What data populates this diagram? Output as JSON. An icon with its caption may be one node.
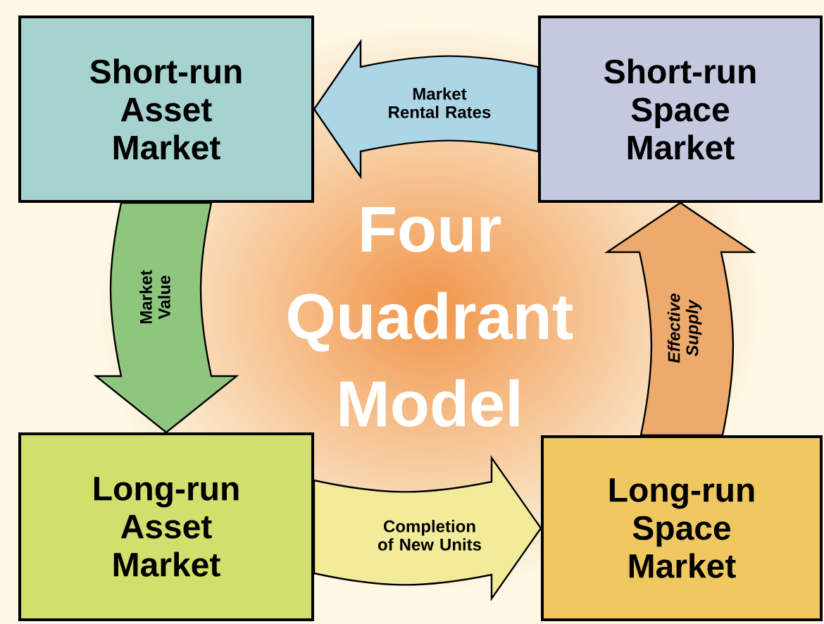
{
  "diagram": {
    "title": "Four Quadrant Model",
    "nodes": [
      {
        "text": [
          "Short-run Asset Market"
        ]
      },
      {
        "text": [
          "Short-run Space Market"
        ]
      },
      {
        "text": [
          "Long-run Asset Market"
        ]
      },
      {
        "text": [
          "Long-run Space Market"
        ]
      }
    ],
    "edges": [
      {
        "from": 1,
        "to": 0,
        "arrow": "to",
        "label": "Market Rental Rates",
        "color": "#acd6e6"
      },
      {
        "from": 0,
        "to": 2,
        "arrow": "to",
        "label": "Market Value",
        "color": "#8fc67e"
      },
      {
        "from": 2,
        "to": 3,
        "arrow": "to",
        "label": "Completion of New Units",
        "color": "#f2eb9a"
      },
      {
        "from": 3,
        "to": 1,
        "arrow": "to",
        "label": "Effective Supply",
        "color": "#eeaa6c"
      }
    ]
  }
}
